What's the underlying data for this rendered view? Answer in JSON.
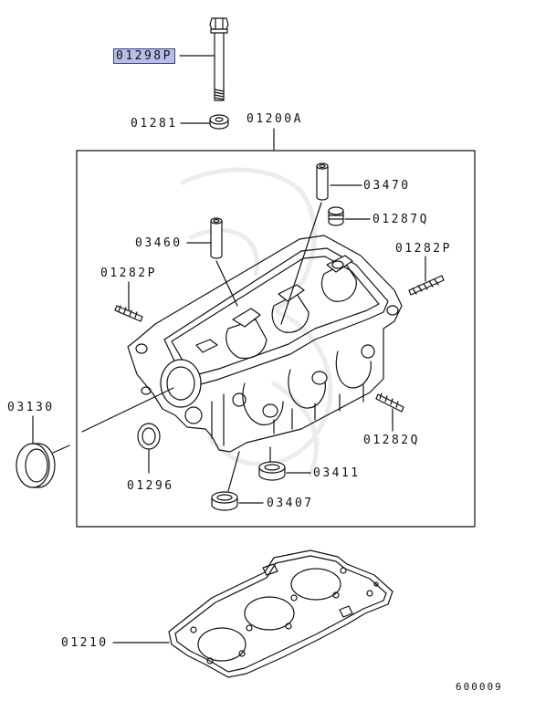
{
  "parts": {
    "bolt": "01298P",
    "washer": "01281",
    "head_assembly": "01200A",
    "guide_sleeve": "03470",
    "plug": "01287Q",
    "guide_left": "03460",
    "stud_right": "01282P",
    "stud_left": "01282P",
    "seal": "03130",
    "stud_lower": "01282Q",
    "ring_lower": "01296",
    "cup_right": "03411",
    "cup_lower": "03407",
    "gasket": "01210"
  },
  "highlight_part": "01298P",
  "diagram_code": "600009",
  "colors": {
    "highlight_bg": "#b9bde8",
    "highlight_border": "#3a3f8a",
    "line": "#111111"
  }
}
